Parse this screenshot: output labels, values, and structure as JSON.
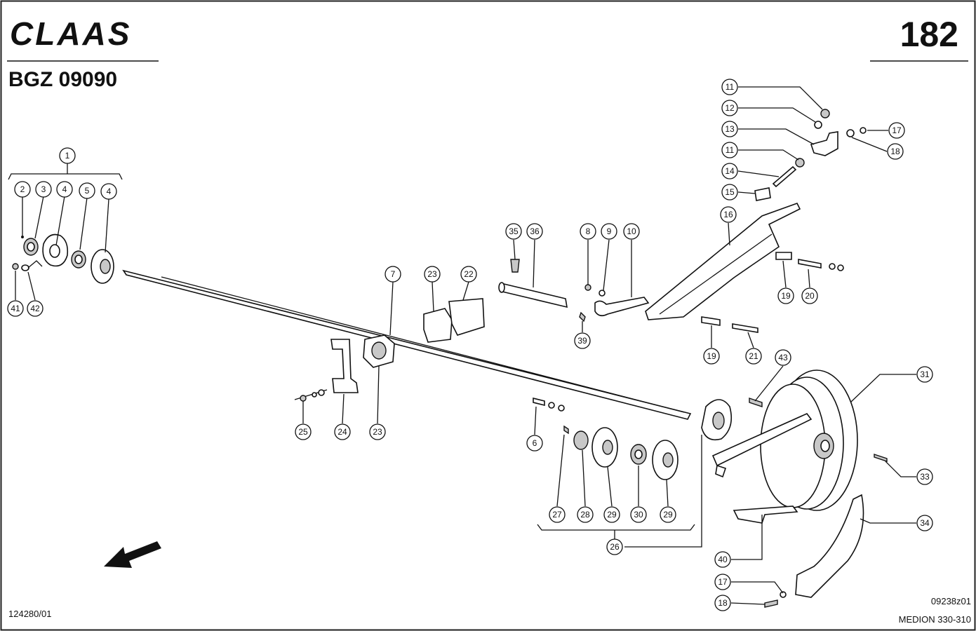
{
  "header": {
    "brand": "CLAAS",
    "page_number": "182",
    "group_code": "BGZ 09090"
  },
  "footer": {
    "doc_ref_left": "124280/01",
    "drawing_id": "09238z01",
    "model": "MEDION 330-310"
  },
  "callouts": [
    {
      "label": "1"
    },
    {
      "label": "2"
    },
    {
      "label": "3"
    },
    {
      "label": "4"
    },
    {
      "label": "5"
    },
    {
      "label": "4"
    },
    {
      "label": "41"
    },
    {
      "label": "42"
    },
    {
      "label": "7"
    },
    {
      "label": "23"
    },
    {
      "label": "22"
    },
    {
      "label": "23"
    },
    {
      "label": "24"
    },
    {
      "label": "25"
    },
    {
      "label": "35"
    },
    {
      "label": "36"
    },
    {
      "label": "8"
    },
    {
      "label": "9"
    },
    {
      "label": "10"
    },
    {
      "label": "39"
    },
    {
      "label": "11"
    },
    {
      "label": "12"
    },
    {
      "label": "13"
    },
    {
      "label": "11"
    },
    {
      "label": "14"
    },
    {
      "label": "15"
    },
    {
      "label": "16"
    },
    {
      "label": "17"
    },
    {
      "label": "18"
    },
    {
      "label": "19"
    },
    {
      "label": "20"
    },
    {
      "label": "19"
    },
    {
      "label": "21"
    },
    {
      "label": "43"
    },
    {
      "label": "31"
    },
    {
      "label": "33"
    },
    {
      "label": "6"
    },
    {
      "label": "27"
    },
    {
      "label": "28"
    },
    {
      "label": "29"
    },
    {
      "label": "30"
    },
    {
      "label": "29"
    },
    {
      "label": "26"
    },
    {
      "label": "34"
    },
    {
      "label": "40"
    },
    {
      "label": "17"
    },
    {
      "label": "18"
    }
  ]
}
